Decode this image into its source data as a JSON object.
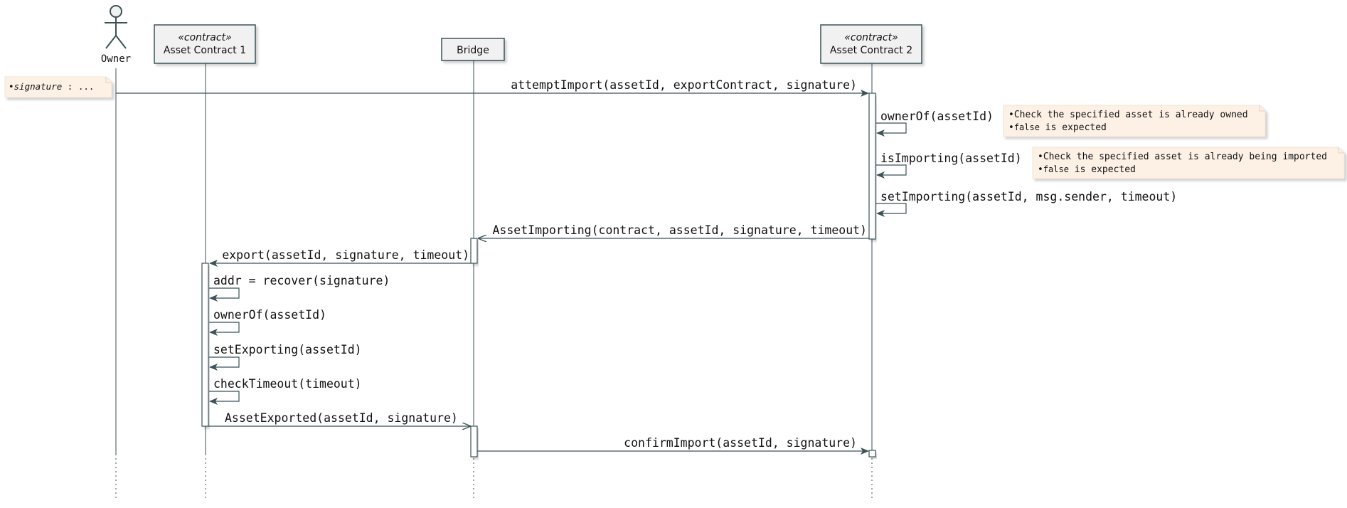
{
  "participants": [
    {
      "label": "Owner",
      "stereotype": ""
    },
    {
      "label": "Asset Contract 1",
      "stereotype": "«contract»"
    },
    {
      "label": "Bridge",
      "stereotype": ""
    },
    {
      "label": "Asset Contract 2",
      "stereotype": "«contract»"
    }
  ],
  "messages": [
    {
      "text": "attemptImport(assetId, exportContract, signature)"
    },
    {
      "text": "ownerOf(assetId)"
    },
    {
      "text": "isImporting(assetId)"
    },
    {
      "text": "setImporting(assetId, msg.sender, timeout)"
    },
    {
      "text": "AssetImporting(contract, assetId, signature, timeout)"
    },
    {
      "text": "export(assetId, signature, timeout)"
    },
    {
      "text": "addr = recover(signature)"
    },
    {
      "text": "ownerOf(assetId)"
    },
    {
      "text": "setExporting(assetId)"
    },
    {
      "text": "checkTimeout(timeout)"
    },
    {
      "text": "AssetExported(assetId, signature)"
    },
    {
      "text": "confirmImport(assetId, signature)"
    }
  ],
  "notes": [
    {
      "bullet": "•",
      "italic": "signature",
      "rest": " : ..."
    },
    {
      "line1": "Check the specified asset is already owned",
      "line2_code": "false",
      "line2_rest": " is expected"
    },
    {
      "line1": "Check the specified asset is already being imported",
      "line2_code": "false",
      "line2_rest": " is expected"
    }
  ],
  "colors": {
    "line": "#3b5256",
    "participant_fill": "#f1f1f1",
    "activation_fill": "#ffffff",
    "note_fill": "#fdf1e6",
    "note_shadow": "#e9dccf",
    "text": "#111111"
  }
}
